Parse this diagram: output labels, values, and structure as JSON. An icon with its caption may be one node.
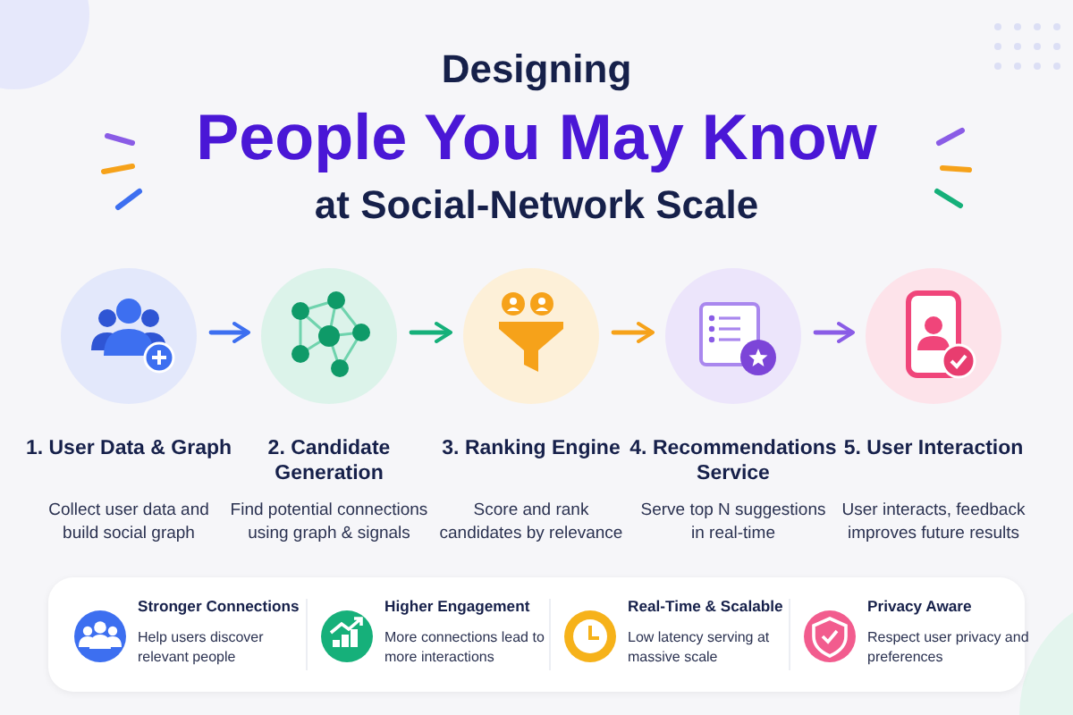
{
  "diagram": {
    "title": "Designing **People You May Know** at Social-Network Scale",
    "nodes": [
      {
        "text": [
          "1. User Data & Graph",
          "Collect user data and build social graph"
        ]
      },
      {
        "text": [
          "2. Candidate Generation",
          "Find potential connections using graph & signals"
        ]
      },
      {
        "text": [
          "3. Ranking Engine",
          "Score and rank candidates by relevance"
        ]
      },
      {
        "text": [
          "4. Recommendations Service",
          "Serve top N suggestions in real-time"
        ]
      },
      {
        "text": [
          "5. User Interaction",
          "User interacts, feedback improves future results"
        ]
      }
    ],
    "edges": [
      {
        "from": 0,
        "to": 1,
        "arrow": "to",
        "color": "#3d6ff0"
      },
      {
        "from": 1,
        "to": 2,
        "arrow": "to",
        "color": "#16b07a"
      },
      {
        "from": 2,
        "to": 3,
        "arrow": "to",
        "color": "#f6a21a"
      },
      {
        "from": 3,
        "to": 4,
        "arrow": "to",
        "color": "#8a5ce6"
      }
    ],
    "labels": [
      "Stronger Connections",
      "Help users discover relevant people",
      "Higher Engagement",
      "More connections lead to more interactions",
      "Real-Time & Scalable",
      "Low latency serving at massive scale",
      "Privacy Aware",
      "Respect user privacy and preferences"
    ]
  }
}
